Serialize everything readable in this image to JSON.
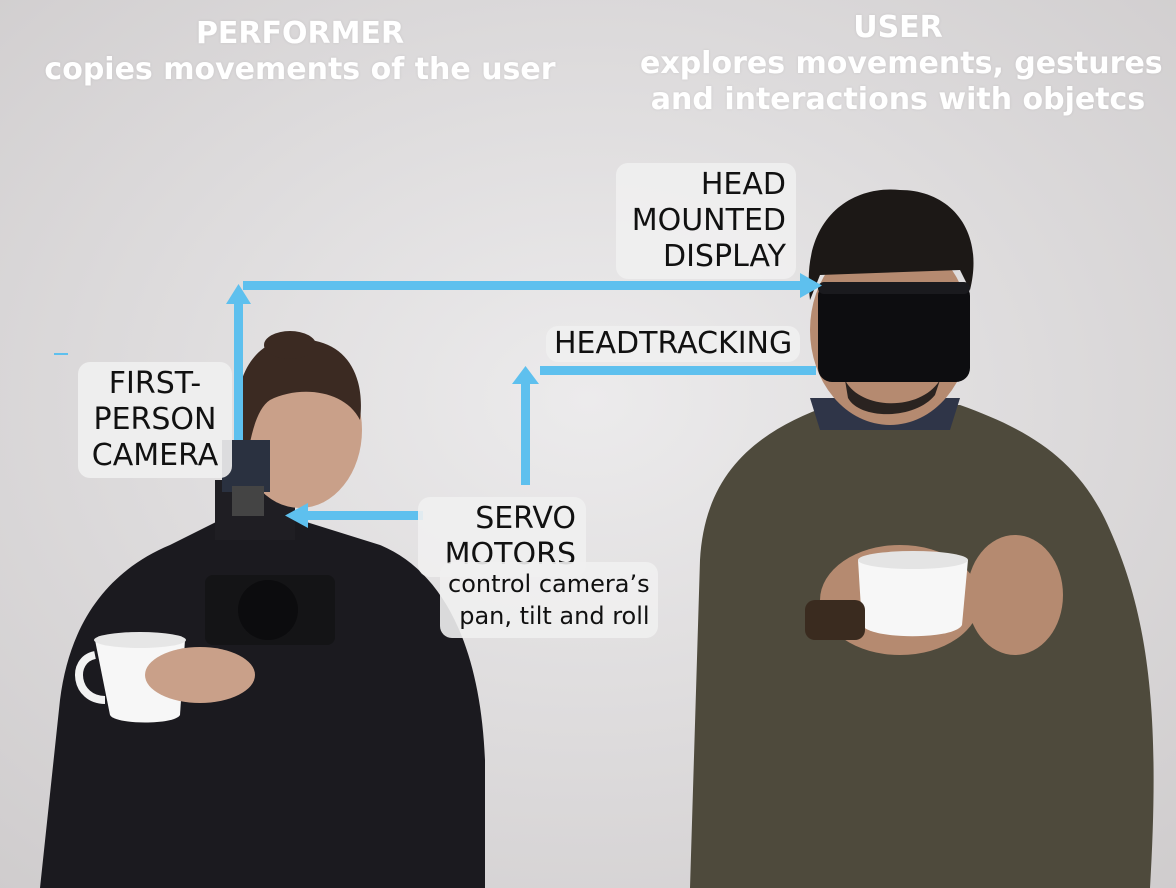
{
  "performer": {
    "title": "PERFORMER",
    "subtitle": "copies movements of the user"
  },
  "user": {
    "title": "USER",
    "subtitle_line1": "explores movements, gestures",
    "subtitle_line2": "and interactions with objetcs"
  },
  "labels": {
    "hmd": [
      "HEAD",
      "MOUNTED",
      "DISPLAY"
    ],
    "headtracking": "HEADTRACKING",
    "camera": [
      "FIRST-",
      "PERSON",
      "CAMERA"
    ],
    "servo": [
      "SERVO",
      "MOTORS"
    ],
    "servo_note": [
      "control camera’s",
      "pan, tilt and roll"
    ]
  },
  "colors": {
    "arrow": "#5ec0ee",
    "background": "#e4e2e3",
    "performer_sweater": "#1b1a1f",
    "user_sweater": "#4e4a3c"
  }
}
